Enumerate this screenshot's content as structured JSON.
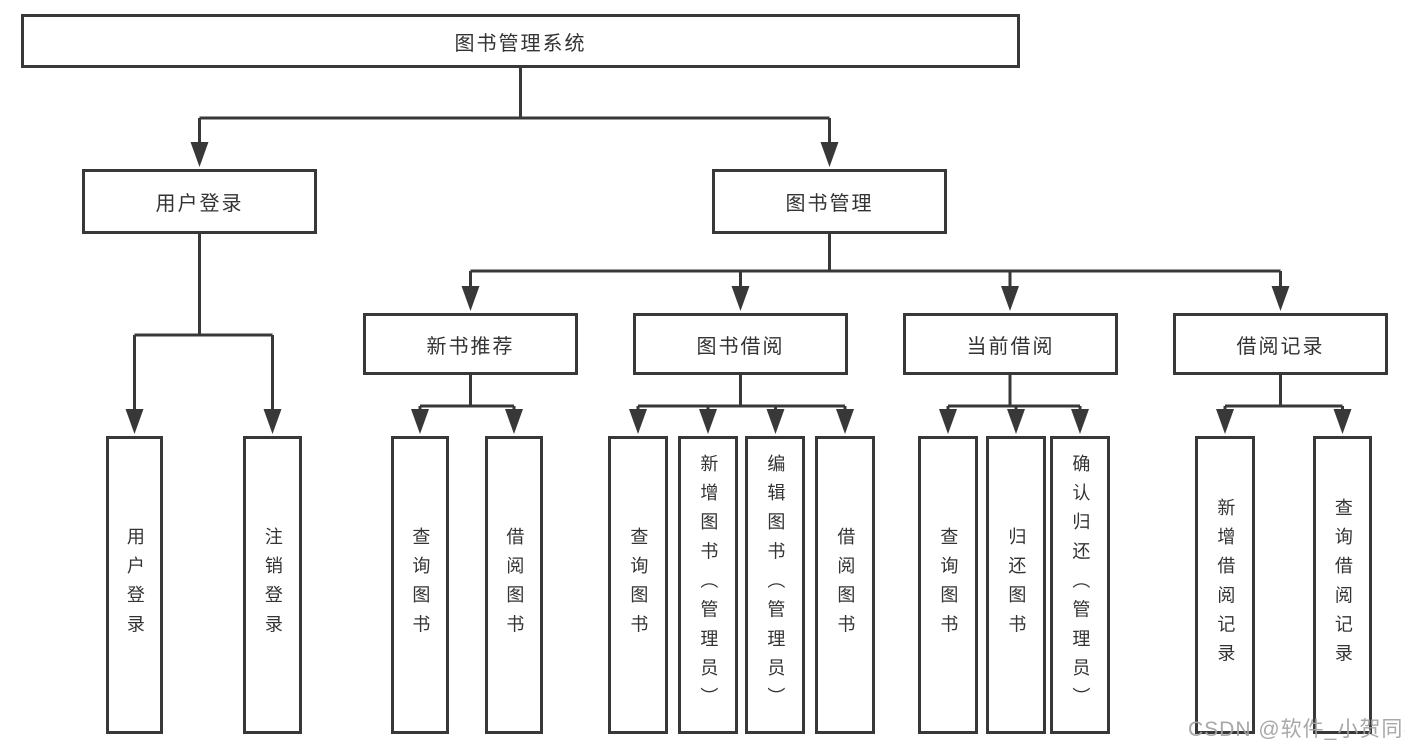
{
  "colors": {
    "line": "#383838",
    "box_border": "#383838",
    "text": "#333333",
    "watermark": "#a3a3a3",
    "background": "#ffffff"
  },
  "watermark": {
    "text": "CSDN @软件_小贺同学"
  },
  "tree": {
    "label": "图书管理系统",
    "children": [
      {
        "label": "用户登录",
        "children": [
          {
            "label": "用户登录"
          },
          {
            "label": "注销登录"
          }
        ]
      },
      {
        "label": "图书管理",
        "children": [
          {
            "label": "新书推荐",
            "children": [
              {
                "label": "查询图书"
              },
              {
                "label": "借阅图书"
              }
            ]
          },
          {
            "label": "图书借阅",
            "children": [
              {
                "label": "查询图书"
              },
              {
                "label": "新增图书（管理员）"
              },
              {
                "label": "编辑图书（管理员）"
              },
              {
                "label": "借阅图书"
              }
            ]
          },
          {
            "label": "当前借阅",
            "children": [
              {
                "label": "查询图书"
              },
              {
                "label": "归还图书"
              },
              {
                "label": "确认归还（管理员）"
              }
            ]
          },
          {
            "label": "借阅记录",
            "children": [
              {
                "label": "新增借阅记录"
              },
              {
                "label": "查询借阅记录"
              }
            ]
          }
        ]
      }
    ]
  }
}
